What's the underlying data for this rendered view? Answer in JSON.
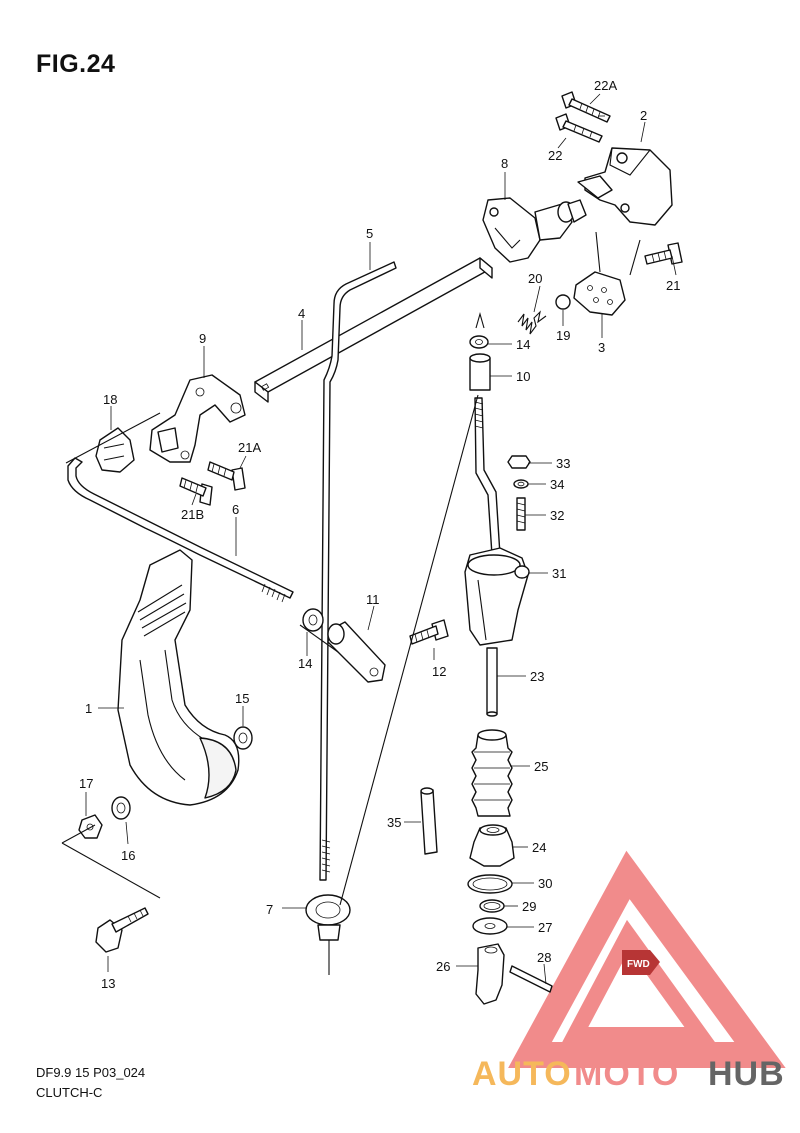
{
  "figure": {
    "title": "FIG.24",
    "model_code": "DF9.9 15 P03_024",
    "section": "CLUTCH-C"
  },
  "callouts": {
    "p1": "1",
    "p2": "2",
    "p3": "3",
    "p4": "4",
    "p5": "5",
    "p6": "6",
    "p7": "7",
    "p8": "8",
    "p9": "9",
    "p10": "10",
    "p11": "11",
    "p12": "12",
    "p13": "13",
    "p14a": "14",
    "p14b": "14",
    "p15": "15",
    "p16": "16",
    "p17": "17",
    "p18": "18",
    "p19": "19",
    "p20": "20",
    "p21": "21",
    "p21a": "21A",
    "p21b": "21B",
    "p22": "22",
    "p22a": "22A",
    "p23": "23",
    "p24": "24",
    "p25": "25",
    "p26": "26",
    "p27": "27",
    "p28": "28",
    "p29": "29",
    "p30": "30",
    "p31": "31",
    "p32": "32",
    "p33": "33",
    "p34": "34",
    "p35": "35"
  },
  "watermark": {
    "brand_part1": "AUTO",
    "brand_part2": "MOTO",
    "brand_part3": "HUB",
    "badge": "FWD",
    "color_primary": "#f07f7f",
    "color_secondary": "#f5b14a",
    "color_dark": "#555555"
  }
}
